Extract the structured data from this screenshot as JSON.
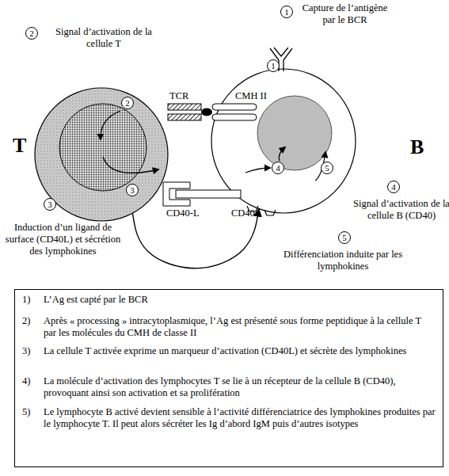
{
  "diagram": {
    "nodes": [
      {
        "text": [
          "T"
        ]
      },
      {
        "text": [
          "B"
        ]
      },
      {
        "text": [
          "1)",
          "L’Ag est capté par le BCR",
          "2)",
          "Après « processing » intracytoplasmique, l’Ag est présenté sous forme peptidique à la cellule T par les molécules du CMH de classe II",
          "3)",
          "La cellule T activée exprime un marqueur d’activation (CD40L) et sécrète des lymphokines",
          "4)",
          "La molécule d’activation des lymphocytes T se lie à un récepteur de la cellule B (CD40), provoquant ainsi son activation et sa prolifération",
          "5)",
          "Le lymphocyte B activé devient sensible à l’activité différenciatrice des lymphokines produites par le lymphocyte T. Il peut alors sécréter les Ig d’abord IgM puis d’autres isotypes"
        ]
      }
    ],
    "edges": [
      {
        "from": 0,
        "to": 1,
        "arrow": "to"
      }
    ],
    "labels": [
      "1",
      "Capture de l’antigène par le BCR",
      "2",
      "Signal d’activation de la cellule T",
      "1",
      "2",
      "TCR",
      "CMH II",
      "3",
      "CD40-L",
      "CD40",
      "4",
      "5",
      "3",
      "Induction d’un ligand de surface (CD40L) et sécrétion des lymphokines",
      "4",
      "Signal d’activation de la cellule B (CD40)",
      "5",
      "Différenciation induite par les lymphokines"
    ]
  }
}
